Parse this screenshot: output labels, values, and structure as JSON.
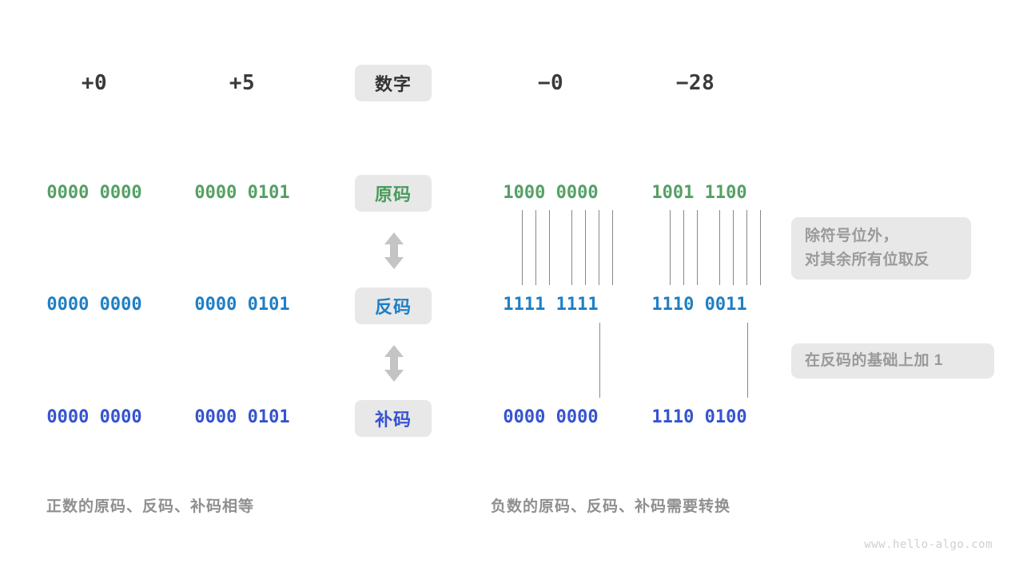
{
  "header": {
    "label_badge": "数字",
    "columns": [
      {
        "name": "pos-zero",
        "value": "+0"
      },
      {
        "name": "pos-five",
        "value": "+5"
      },
      {
        "name": "neg-zero",
        "value": "−0"
      },
      {
        "name": "neg-28",
        "value": "−28"
      }
    ]
  },
  "rows": [
    {
      "key": "sign-magnitude",
      "badge": "原码",
      "color": "#55a065",
      "values": [
        "0000 0000",
        "0000 0101",
        "1000 0000",
        "1001 1100"
      ]
    },
    {
      "key": "ones-complement",
      "badge": "反码",
      "color": "#1f7fc4",
      "values": [
        "0000 0000",
        "0000 0101",
        "1111 1111",
        "1110 0011"
      ]
    },
    {
      "key": "twos-complement",
      "badge": "补码",
      "color": "#3653cf",
      "values": [
        "0000 0000",
        "0000 0101",
        "0000 0000",
        "1110 0100"
      ]
    }
  ],
  "arrows": {
    "icon": "double-arrow-vertical-icon",
    "color": "#c4c4c4"
  },
  "notes": [
    {
      "key": "invert-note",
      "lines": [
        "除符号位外，",
        "对其余所有位取反"
      ]
    },
    {
      "key": "add-one-note",
      "lines": [
        "在反码的基础上加 1"
      ]
    }
  ],
  "captions": {
    "left": "正数的原码、反码、补码相等",
    "right": "负数的原码、反码、补码需要转换"
  },
  "watermark": "www.hello-algo.com"
}
